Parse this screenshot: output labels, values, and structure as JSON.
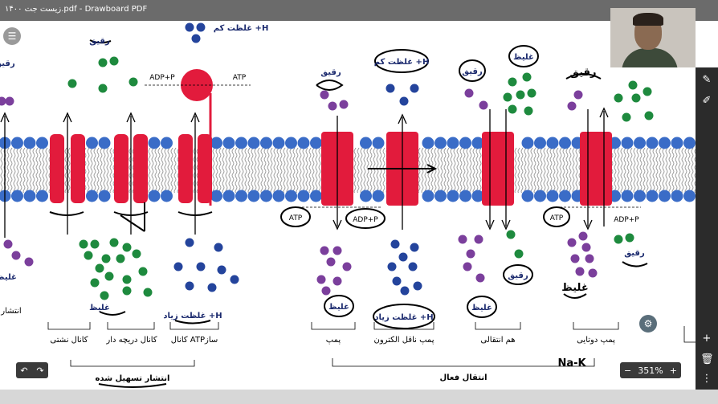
{
  "window": {
    "title": "زیست جت ۱۴۰۰.pdf - Drawboard PDF"
  },
  "toolbar": {
    "menu_icon": "hamburger-icon",
    "undo_icon": "undo-icon",
    "redo_icon": "redo-icon",
    "zoom_minus": "−",
    "zoom_level": "351%",
    "zoom_plus": "+",
    "undo_glyph": "↶",
    "redo_glyph": "↷",
    "settings_glyph": "⚙"
  },
  "sidebar": {
    "tools": [
      "pen-icon",
      "highlighter-icon",
      "add-icon",
      "delete-icon",
      "more-icon"
    ]
  },
  "diagram": {
    "labels": {
      "left_cut_top": "رقیق",
      "left_cut_bottom": "غلیظ",
      "left_cut_bottom2": "انتشار",
      "ch1_top": "رقیق",
      "ch1_adp": "ADP+P",
      "ch1_atp": "ATP",
      "ch_top_hplus": "غلظت کم +H",
      "ch_bottom_gholiz": "غلیظ",
      "ch_bottom_hplus": "غلظت زیاد +H",
      "name_nashti": "کانال نشتی",
      "name_darichedar": "کانال دریچه دار",
      "name_atpsaz": "کانال ATPساز",
      "group_facilitated": "انتشار تسهیل شده",
      "p1_top": "رقیق",
      "p1_atp": "ATP",
      "p1_adp": "ADP+P",
      "p1_bottom": "غلیظ",
      "p1_name": "پمپ",
      "p2_top": "غلظت کم +H",
      "p2_bottom": "غلظت زیاد +H",
      "p2_name": "پمپ ناقل الکترون",
      "p3_top": "رقیق",
      "p3_top2": "غلیظ",
      "p3_bottom": "غلیظ",
      "p3_bottom2": "رقیق",
      "p3_name": "هم انتقالی",
      "p4_top": "رقیق",
      "p4_atp": "ATP",
      "p4_adp": "ADP+P",
      "p4_bottom": "غلیظ",
      "p4_bottom2": "رقیق",
      "p4_name": "پمپ دوتایی",
      "group_active": "انتقال فعال",
      "handwritten_nak": "Na-K"
    },
    "colors": {
      "membrane_head": "#3a6cc7",
      "protein": "#e21b3c",
      "green": "#1e8a3e",
      "purple": "#7b3f9c",
      "blue": "#24449c",
      "tail": "#888888"
    }
  }
}
